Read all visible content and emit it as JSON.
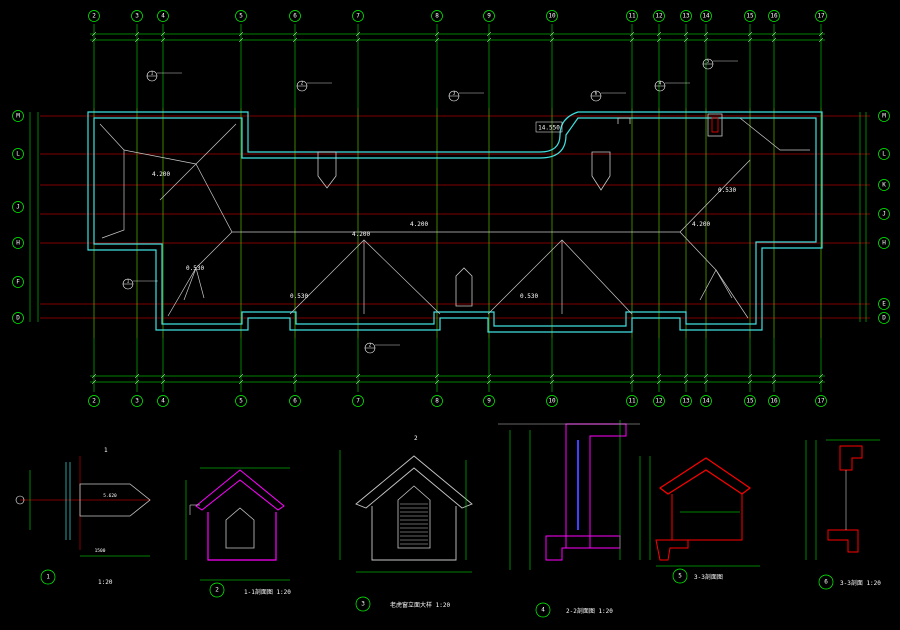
{
  "colors": {
    "background": "#000000",
    "axis": "#00ff00",
    "grid_red": "#ff0000",
    "outline": "#40e0e0",
    "roof": "#c8c8c8",
    "section": "#ff00ff",
    "white": "#ffffff"
  },
  "plan": {
    "top_axes": [
      "2",
      "3",
      "4",
      "5",
      "6",
      "7",
      "8",
      "9",
      "10",
      "11",
      "12",
      "13",
      "14",
      "15",
      "16",
      "17"
    ],
    "bottom_axes": [
      "2",
      "3",
      "4",
      "5",
      "6",
      "7",
      "8",
      "9",
      "10",
      "11",
      "12",
      "13",
      "14",
      "15",
      "16",
      "17"
    ],
    "left_axes": [
      "M",
      "L",
      "J",
      "H",
      "F",
      "D"
    ],
    "right_axes": [
      "M",
      "L",
      "K",
      "J",
      "H",
      "E",
      "D"
    ],
    "elevation_tag": "14.550",
    "level_marks": [
      "4.200",
      "4.200",
      "4.200",
      "4.200"
    ],
    "slope_marks": [
      "0.530",
      "0.530",
      "0.530",
      "0.530"
    ],
    "callouts": [
      "1",
      "2",
      "3",
      "4",
      "5",
      "6",
      "1",
      "2"
    ]
  },
  "details": [
    {
      "id": "1",
      "label": "1",
      "title": "1:20"
    },
    {
      "id": "2",
      "label": "2",
      "title": "1-1剖面图  1:20"
    },
    {
      "id": "3",
      "label": "3",
      "title": "老虎窗立面大样  1:20"
    },
    {
      "id": "4",
      "label": "4",
      "title": "2-2剖面图  1:20"
    },
    {
      "id": "5",
      "label": "5",
      "title": "3-3剖面图"
    },
    {
      "id": "6",
      "label": "6",
      "title": "3-3剖面 1:20"
    }
  ],
  "detail_headers": {
    "d1": "1",
    "d3": "2"
  }
}
